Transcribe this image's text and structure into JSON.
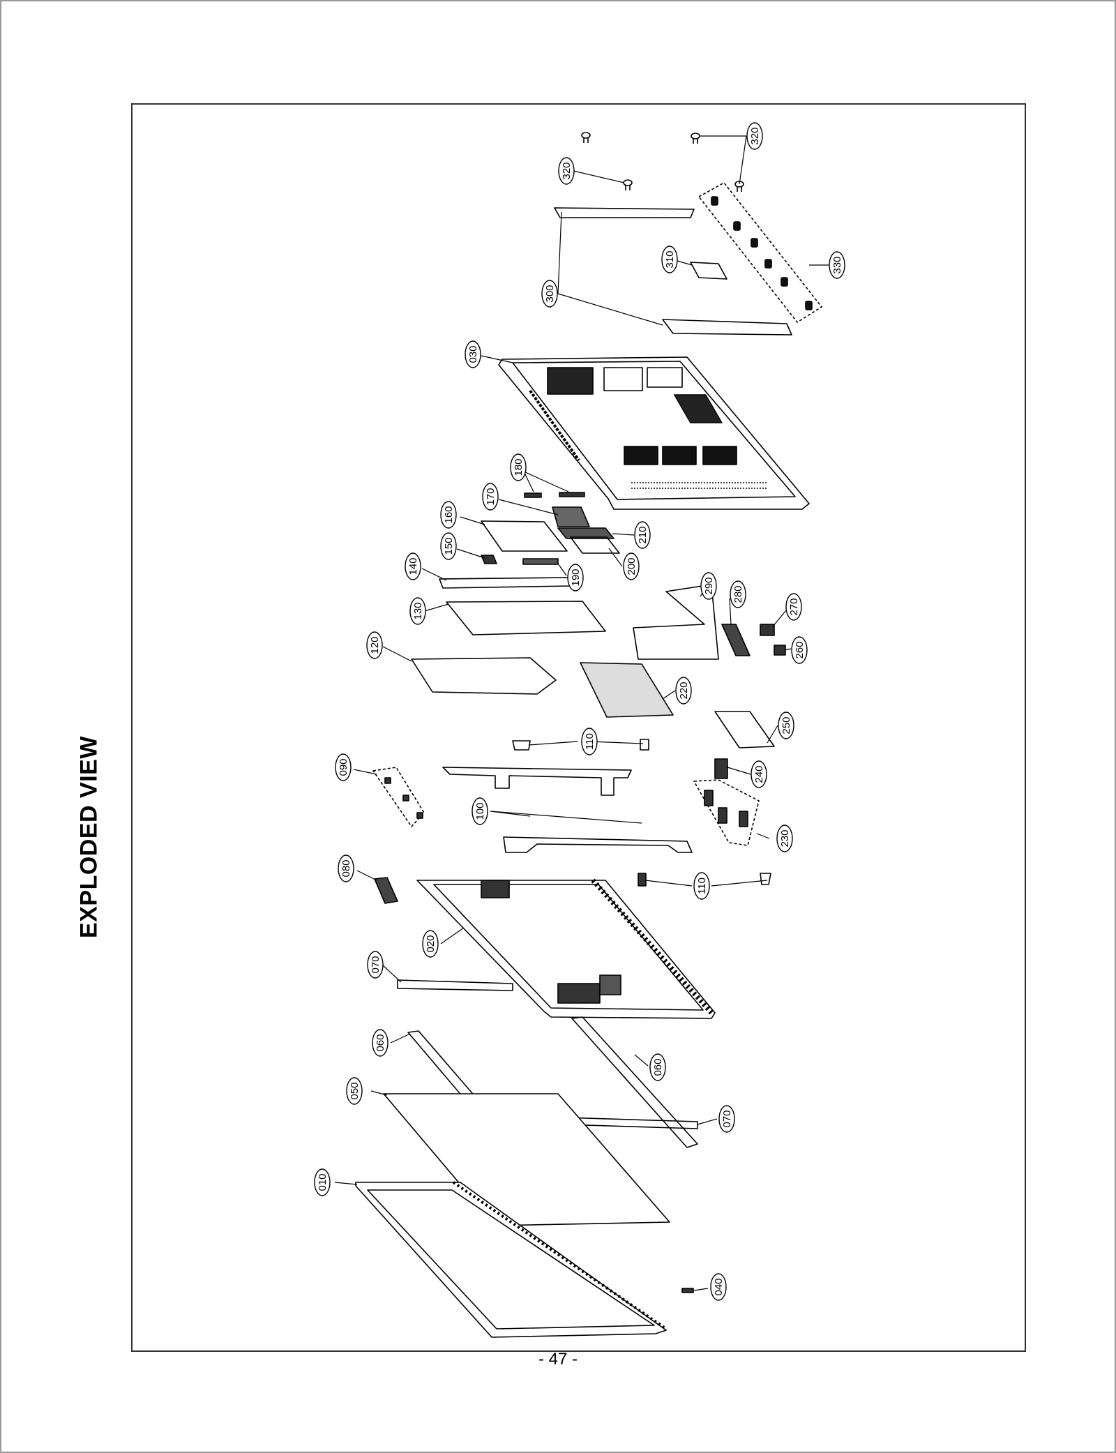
{
  "heading": "EXPLODED VIEW",
  "page_number": "- 47 -",
  "callouts": [
    "320",
    "320",
    "300",
    "310",
    "330",
    "030",
    "180",
    "170",
    "160",
    "210",
    "150",
    "200",
    "190",
    "140",
    "290",
    "130",
    "280",
    "270",
    "260",
    "120",
    "220",
    "110",
    "250",
    "090",
    "240",
    "100",
    "230",
    "080",
    "110",
    "020",
    "070",
    "060",
    "060",
    "050",
    "070",
    "010",
    "040"
  ],
  "colors": {
    "line": "#000000",
    "background": "#ffffff",
    "frame": "#333333",
    "dark_fill": "#111111",
    "mid_fill": "#555555"
  }
}
